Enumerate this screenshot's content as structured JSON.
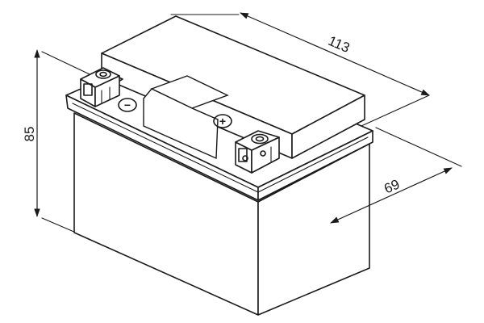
{
  "dimensions": {
    "length": "113",
    "height": "85",
    "width": "69"
  },
  "terminals": {
    "negative_symbol": "−",
    "positive_symbol": "+"
  },
  "colors": {
    "line": "#1a1a1a",
    "fill": "#ffffff"
  }
}
